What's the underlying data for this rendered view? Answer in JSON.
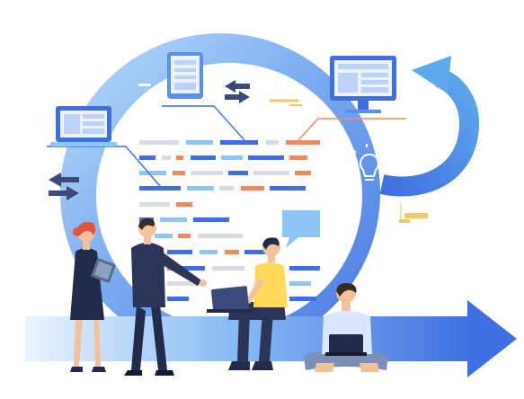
{
  "illustration": {
    "palette": {
      "primary_blue": "#3f6fe0",
      "light_blue": "#8ec5f5",
      "pale_blue": "#dbeeff",
      "orange": "#f08a5d",
      "yellow": "#f5c66a",
      "gray": "#d9dde3",
      "dark_navy": "#232b4a",
      "skin": "#f2c29b",
      "shirt_yellow": "#ffd95a",
      "red_hair": "#e2553f"
    },
    "icons": [
      "laptop-icon",
      "tablet-icon",
      "monitor-icon",
      "lightbulb-icon",
      "chat-bubble-icon",
      "swap-arrows-icon",
      "refresh-arrow-icon",
      "progress-arrow-icon",
      "sticky-note-icon"
    ],
    "people": [
      {
        "role": "woman-with-tablet"
      },
      {
        "role": "man-in-suit-pointing"
      },
      {
        "role": "man-sitting-with-laptop"
      },
      {
        "role": "man-cross-legged-with-laptop"
      }
    ]
  }
}
